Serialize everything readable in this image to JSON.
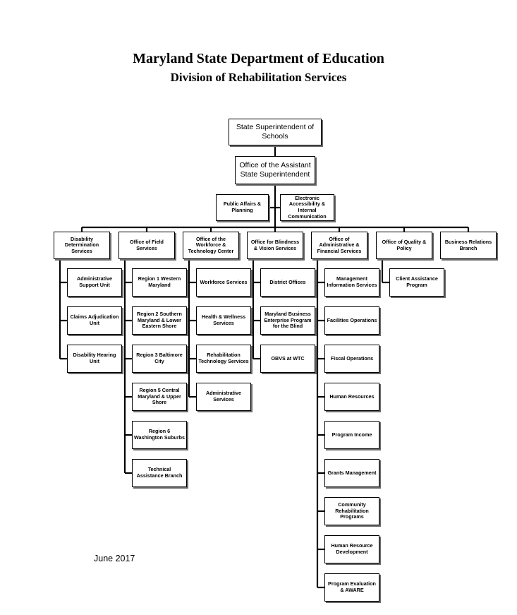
{
  "header": {
    "title": "Maryland State Department of Education",
    "subtitle": "Division of Rehabilitation Services"
  },
  "footer": {
    "date": "June 2017"
  },
  "org": {
    "top": [
      "State Superintendent of Schools",
      "Office of the Assistant State Superintendent"
    ],
    "staff": [
      "Public Affairs & Planning",
      "Electronic Accessibility & Internal Communication"
    ],
    "departments": [
      {
        "name": "Disability Determination Services",
        "units": [
          "Administrative Support Unit",
          "Claims Adjudication Unit",
          "Disability Hearing Unit"
        ]
      },
      {
        "name": "Office of Field Services",
        "units": [
          "Region 1 Western Maryland",
          "Region 2 Southern Maryland & Lower Eastern Shore",
          "Region 3 Baltimore City",
          "Region 5 Central Maryland & Upper Shore",
          "Region 6 Washington Suburbs",
          "Technical Assistance Branch"
        ]
      },
      {
        "name": "Office of the Workforce & Technology Center",
        "units": [
          "Workforce Services",
          "Health & Wellness Services",
          "Rehabilitation Technology Services",
          "Administrative Services"
        ]
      },
      {
        "name": "Office for Blindness & Vision Services",
        "units": [
          "District Offices",
          "Maryland Business Enterprise Program for the Blind",
          "OBVS at WTC"
        ]
      },
      {
        "name": "Office of Administrative & Financial Services",
        "units": [
          "Management Information Services",
          "Facilities Operations",
          "Fiscal Operations",
          "Human Resources",
          "Program Income",
          "Grants Management",
          "Community Rehabilitation Programs",
          "Human Resource Development",
          "Program Evaluation & AWARE"
        ]
      },
      {
        "name": "Office of Quality & Policy",
        "units": [
          "Client Assistance Program"
        ]
      },
      {
        "name": "Business Relations Branch",
        "units": []
      }
    ]
  }
}
